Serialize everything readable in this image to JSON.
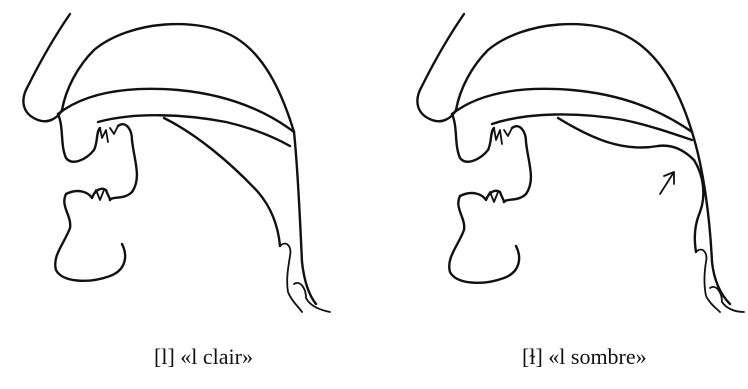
{
  "diagrams": [
    {
      "id": "l-clair",
      "caption": "[l] «l clair»",
      "tongue_back": "lowered"
    },
    {
      "id": "l-sombre",
      "caption": "[ɫ] «l sombre»",
      "tongue_back": "raised",
      "arrow": "up"
    }
  ]
}
